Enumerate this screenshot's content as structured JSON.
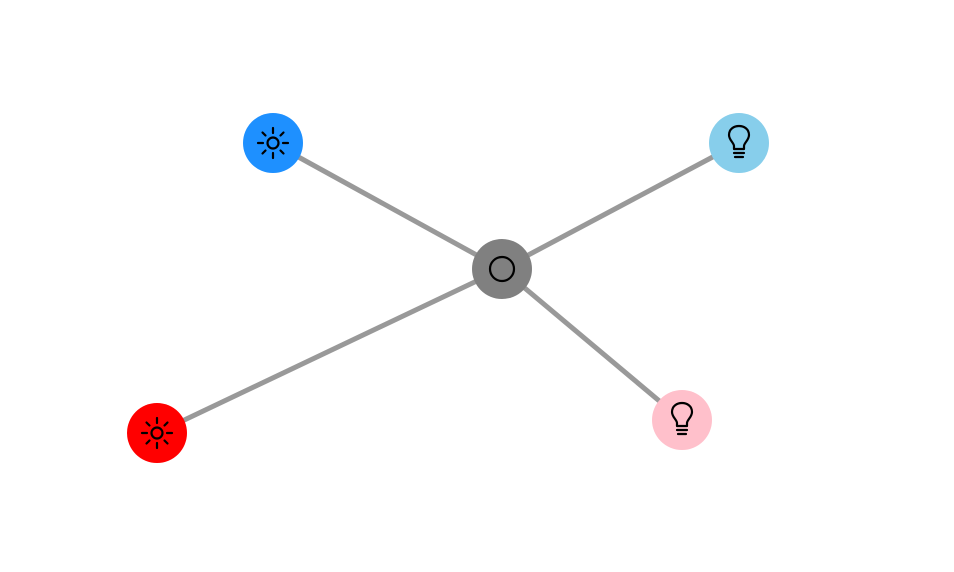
{
  "colors": {
    "background": "#ffffff",
    "edge": "#999999",
    "hub": "#808080",
    "top_left_sun": "#1e90ff",
    "top_right_bulb": "#87ceeb",
    "bottom_right_bulb": "#ffc0cb",
    "bottom_left_sun": "#ff0000",
    "icon": "#000000"
  },
  "graph": {
    "hub": {
      "id": "hub",
      "icon": "circle-outline-icon"
    },
    "nodes": [
      {
        "id": "top-left",
        "icon": "sun-icon",
        "color_key": "top_left_sun"
      },
      {
        "id": "top-right",
        "icon": "lightbulb-icon",
        "color_key": "top_right_bulb"
      },
      {
        "id": "bottom-right",
        "icon": "lightbulb-icon",
        "color_key": "bottom_right_bulb"
      },
      {
        "id": "bottom-left",
        "icon": "sun-icon",
        "color_key": "bottom_left_sun"
      }
    ],
    "edges": [
      {
        "from": "hub",
        "to": "top-left"
      },
      {
        "from": "hub",
        "to": "top-right"
      },
      {
        "from": "hub",
        "to": "bottom-right"
      },
      {
        "from": "hub",
        "to": "bottom-left"
      }
    ]
  }
}
